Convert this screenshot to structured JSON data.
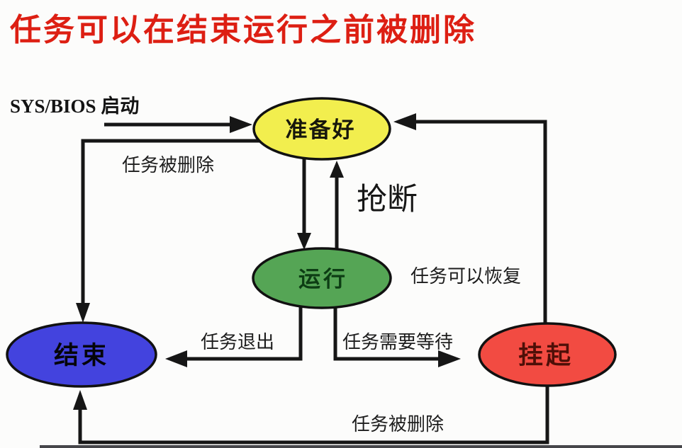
{
  "title": {
    "text": "任务可以在结束运行之前被删除",
    "color": "#dd1f13"
  },
  "diagram": {
    "type": "state-diagram",
    "line_color": "#161616",
    "states": {
      "ready": {
        "label": "准备好",
        "fill": "#f2ee4e",
        "text_color": "#17170c"
      },
      "running": {
        "label": "运行",
        "fill": "#55a555",
        "text_color": "#0d3d14"
      },
      "terminated": {
        "label": "结束",
        "fill": "#4343de",
        "text_color": "#05050a"
      },
      "suspended": {
        "label": "挂起",
        "fill": "#f24b42",
        "text_color": "#4e0f08"
      }
    },
    "transitions": {
      "start": "SYS/BIOS 启动",
      "task_deleted_left": "任务被删除",
      "preempt": "抢断",
      "task_can_resume": "任务可以恢复",
      "task_exit": "任务退出",
      "task_needs_wait": "任务需要等待",
      "task_deleted_bottom": "任务被删除"
    }
  }
}
